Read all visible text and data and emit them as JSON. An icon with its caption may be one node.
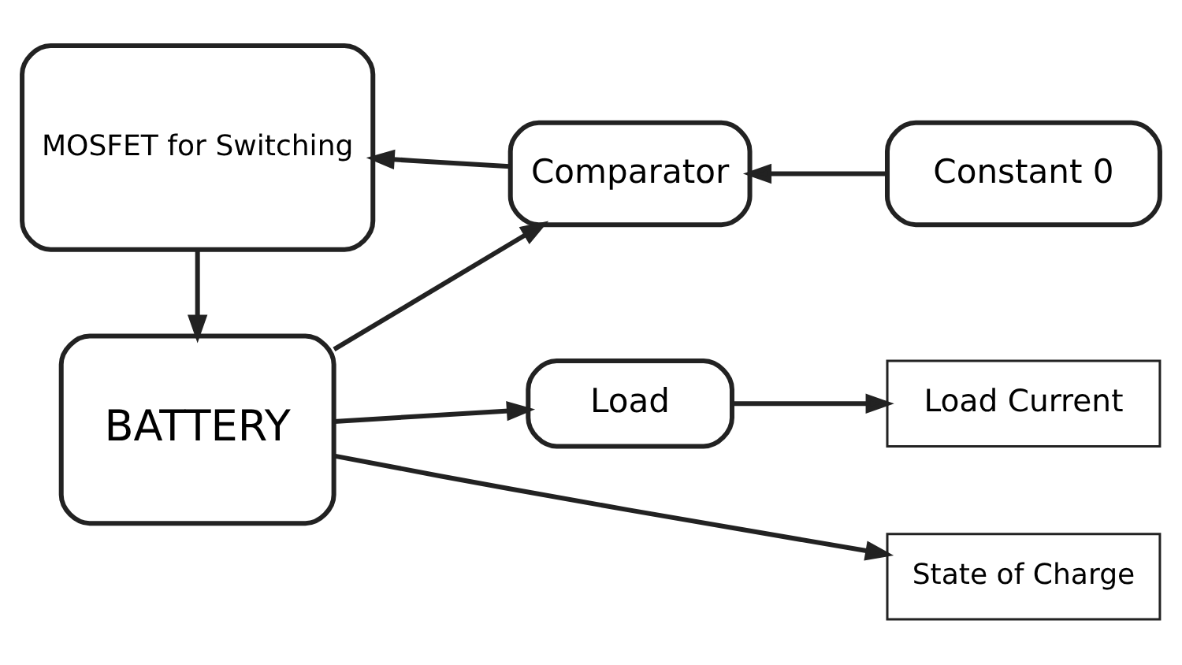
{
  "diagram": {
    "nodes": [
      {
        "text": [
          "BATTERY"
        ]
      },
      {
        "text": [
          "Load"
        ]
      },
      {
        "text": [
          "Load Current"
        ]
      },
      {
        "text": [
          "State of Charge"
        ]
      },
      {
        "text": [
          "MOSFET for Switching"
        ]
      },
      {
        "text": [
          "Comparator"
        ]
      },
      {
        "text": [
          "Constant 0"
        ]
      }
    ],
    "edges": [
      {
        "from": 0,
        "to": 1,
        "arrow": "to"
      },
      {
        "from": 1,
        "to": 2,
        "arrow": "to"
      },
      {
        "from": 0,
        "to": 3,
        "arrow": "to"
      },
      {
        "from": 0,
        "to": 5,
        "arrow": "to"
      },
      {
        "from": 5,
        "to": 4,
        "arrow": "to"
      },
      {
        "from": 6,
        "to": 5,
        "arrow": "to"
      },
      {
        "from": 4,
        "to": 0,
        "arrow": "to"
      }
    ]
  }
}
